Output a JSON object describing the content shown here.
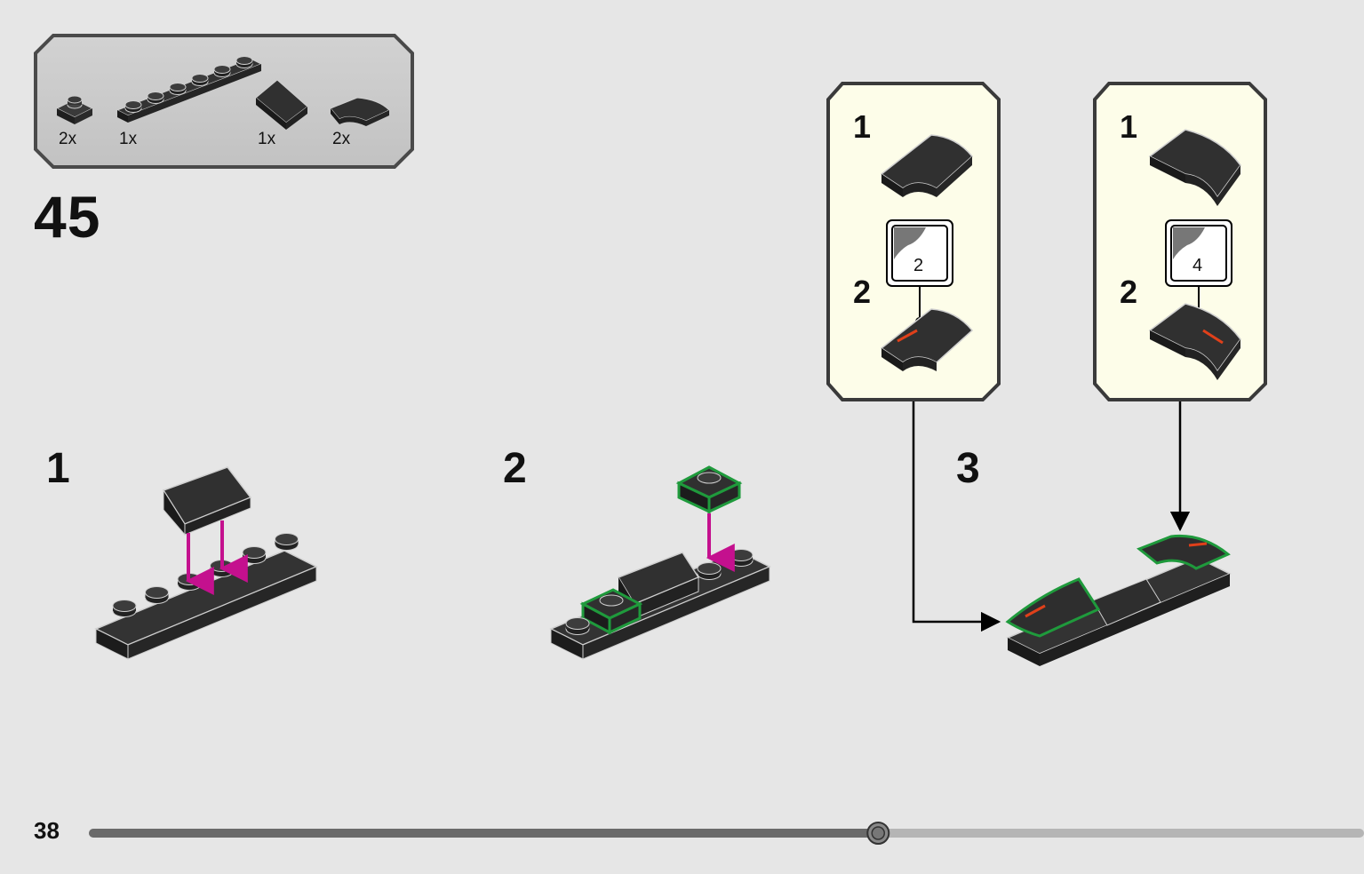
{
  "parts_list": {
    "items": [
      {
        "name": "plate-1x1",
        "qty": "2x"
      },
      {
        "name": "plate-1x6",
        "qty": "1x"
      },
      {
        "name": "slope-1x2",
        "qty": "1x"
      },
      {
        "name": "curved-slope-1x2",
        "qty": "2x"
      }
    ]
  },
  "step": {
    "number": "45",
    "substeps": [
      "1",
      "2",
      "3"
    ]
  },
  "callouts": [
    {
      "steps": [
        "1",
        "2"
      ],
      "sticker": "2"
    },
    {
      "steps": [
        "1",
        "2"
      ],
      "sticker": "4"
    }
  ],
  "page": {
    "number": "38",
    "progress": 0.619
  },
  "colors": {
    "background": "#e6e6e6",
    "callout_background": "#fdfde9",
    "brick": "#2b2b2b",
    "arrow_magenta": "#c4108e",
    "highlight_green": "#1f9a3c",
    "progress_dark": "#6a6a6a",
    "progress_light": "#b5b5b5"
  }
}
